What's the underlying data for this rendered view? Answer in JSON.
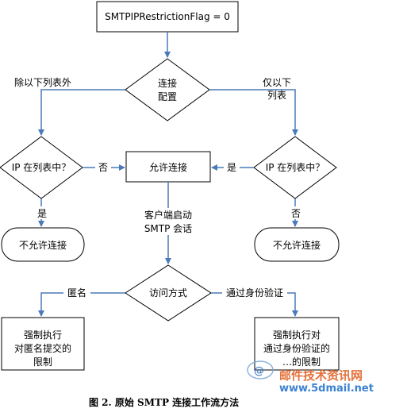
{
  "nodes": {
    "start": "SMTPIPRestrictionFlag = 0",
    "config": [
      "连接",
      "配置"
    ],
    "check_left": "IP 在列表中？",
    "check_right": "IP 在列表中？",
    "allow": "允许连接",
    "deny_left": "不允许连接",
    "deny_right": "不允许连接",
    "access": "访问方式",
    "anon_box": [
      "强制执行",
      "对匿名提交的",
      "限制"
    ],
    "auth_box": [
      "强制执行对",
      "通过身份验证的",
      "…的限制"
    ]
  },
  "edges": {
    "except_list": "除以下列表外",
    "only_list": [
      "仅以下",
      "列表"
    ],
    "no_left": "否",
    "yes_left": "是",
    "yes_right": "是",
    "no_right": "否",
    "client_start": [
      "客户端启动",
      "SMTP 会话"
    ],
    "anonymous": "匿名",
    "authenticated": "通过身份验证"
  },
  "caption": "图 2. 原始 SMTP 连接工作流方法",
  "watermark": {
    "line1": "邮件技术资讯网",
    "line2": "www.5dmail.net"
  },
  "colors": {
    "line": "#4a7ab8",
    "box_stroke": "#000000",
    "box_fill": "#ffffff",
    "terminal_fill": "#ffffff"
  }
}
